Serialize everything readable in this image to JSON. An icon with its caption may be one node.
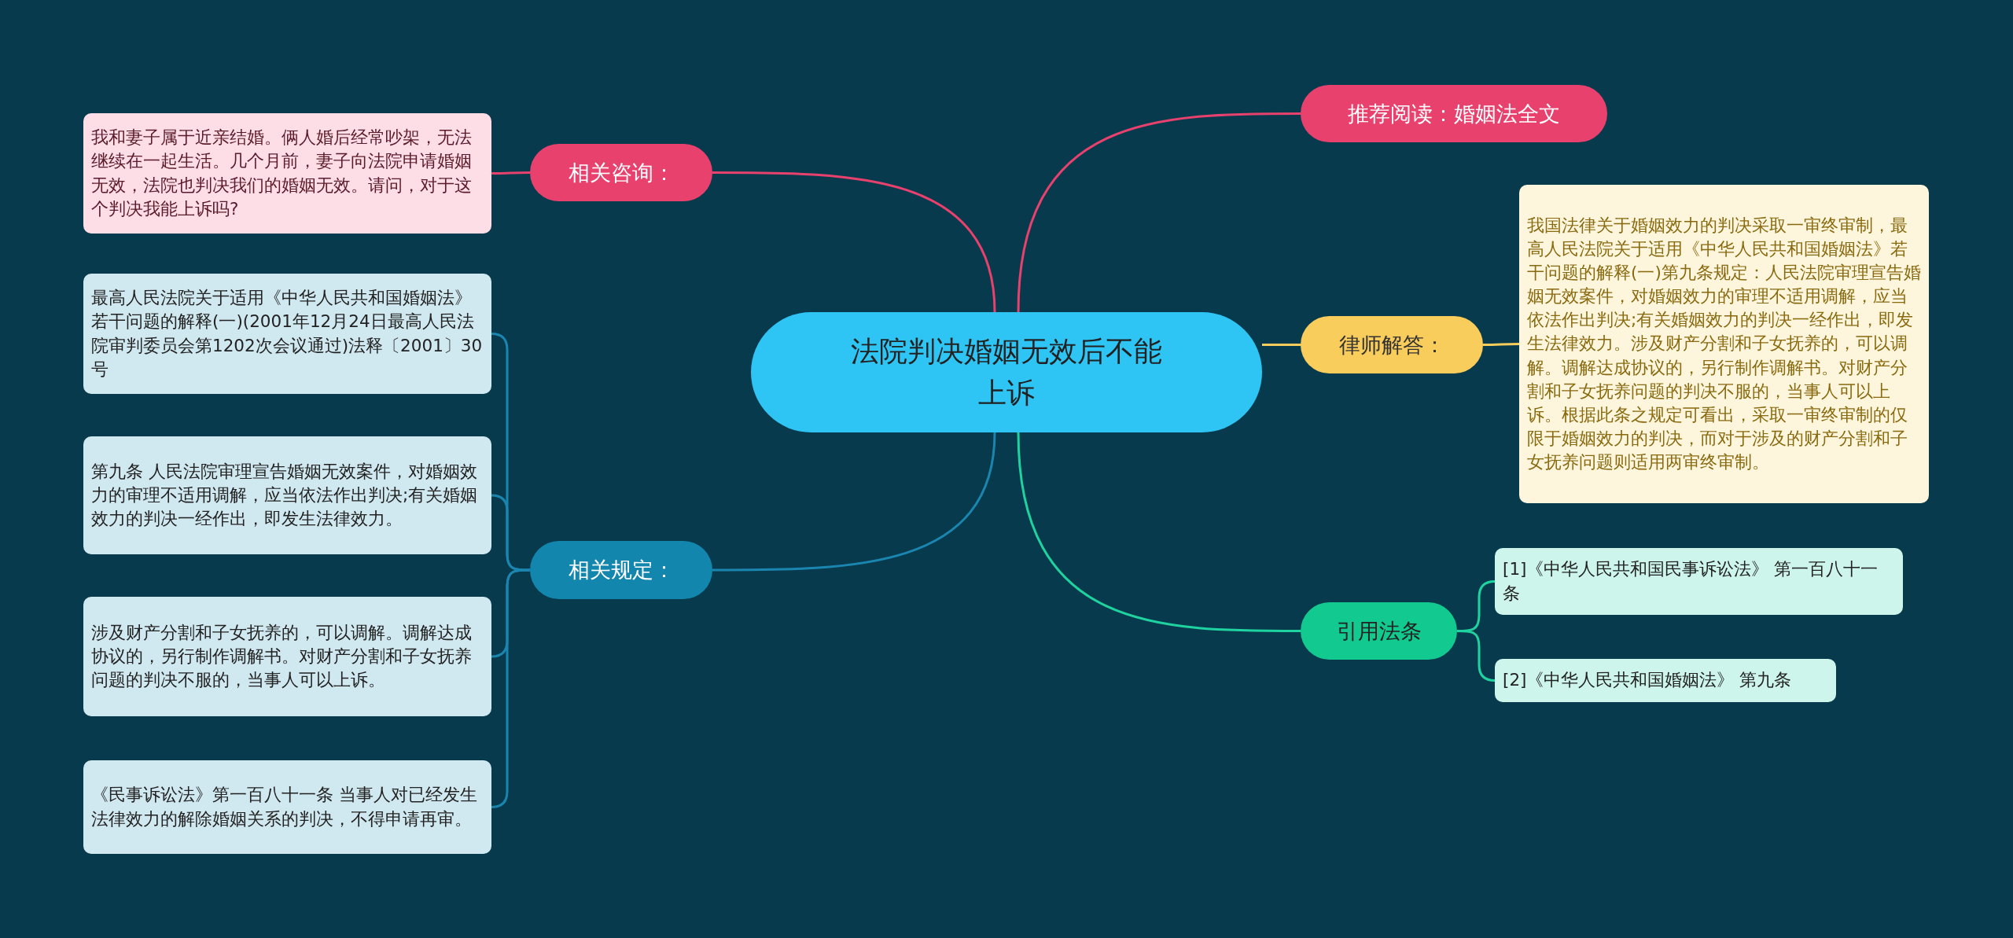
{
  "diagram": {
    "nodes": [
      {
        "text": [
          "法院判决婚姻无效后不能上诉"
        ]
      },
      {
        "text": [
          "相关咨询："
        ]
      },
      {
        "text": [
          "我和妻子属于近亲结婚。俩人婚后经常吵架，无法继续在一起生活。几个月前，妻子向法院申请婚姻无效，法院也判决我们的婚姻无效。请问，对于这个判决我能上诉吗?"
        ]
      },
      {
        "text": [
          "相关规定："
        ]
      },
      {
        "text": [
          "最高人民法院关于适用《中华人民共和国婚姻法》若干问题的解释(一)(2001年12月24日最高人民法院审判委员会第1202次会议通过)法释〔2001〕30号"
        ]
      },
      {
        "text": [
          "第九条 人民法院审理宣告婚姻无效案件，对婚姻效力的审理不适用调解，应当依法作出判决;有关婚姻效力的判决一经作出，即发生法律效力。"
        ]
      },
      {
        "text": [
          "涉及财产分割和子女抚养的，可以调解。调解达成协议的，另行制作调解书。对财产分割和子女抚养问题的判决不服的，当事人可以上诉。"
        ]
      },
      {
        "text": [
          "《民事诉讼法》第一百八十一条 当事人对已经发生法律效力的解除婚姻关系的判决，不得申请再审。"
        ]
      },
      {
        "text": [
          "推荐阅读：婚姻法全文"
        ]
      },
      {
        "text": [
          "律师解答："
        ]
      },
      {
        "text": [
          "我国法律关于婚姻效力的判决采取一审终审制，最高人民法院关于适用《中华人民共和国婚姻法》若干问题的解释(一)第九条规定：人民法院审理宣告婚姻无效案件，对婚姻效力的审理不适用调解，应当依法作出判决;有关婚姻效力的判决一经作出，即发生法律效力。涉及财产分割和子女抚养的，可以调解。调解达成协议的，另行制作调解书。对财产分割和子女抚养问题的判决不服的，当事人可以上诉。根据此条之规定可看出，采取一审终审制的仅限于婚姻效力的判决，而对于涉及的财产分割和子女抚养问题则适用两审终审制。"
        ]
      },
      {
        "text": [
          "引用法条"
        ]
      },
      {
        "text": [
          "[1]《中华人民共和国民事诉讼法》 第一百八十一条"
        ]
      },
      {
        "text": [
          "[2]《中华人民共和国婚姻法》 第九条"
        ]
      }
    ],
    "edges": [
      {
        "from": 0,
        "to": 1,
        "arrow": "none",
        "color": "#e8416d"
      },
      {
        "from": 1,
        "to": 2,
        "arrow": "none",
        "color": "#e8416d"
      },
      {
        "from": 0,
        "to": 3,
        "arrow": "none",
        "color": "#1a86b0"
      },
      {
        "from": 3,
        "to": 4,
        "arrow": "none",
        "color": "#1a86b0"
      },
      {
        "from": 3,
        "to": 5,
        "arrow": "none",
        "color": "#1a86b0"
      },
      {
        "from": 3,
        "to": 6,
        "arrow": "none",
        "color": "#1a86b0"
      },
      {
        "from": 3,
        "to": 7,
        "arrow": "none",
        "color": "#1a86b0"
      },
      {
        "from": 0,
        "to": 8,
        "arrow": "none",
        "color": "#e8416d"
      },
      {
        "from": 0,
        "to": 9,
        "arrow": "none",
        "color": "#f9cd5b"
      },
      {
        "from": 9,
        "to": 10,
        "arrow": "none",
        "color": "#f9cd5b"
      },
      {
        "from": 0,
        "to": 11,
        "arrow": "none",
        "color": "#1fd3a0"
      },
      {
        "from": 11,
        "to": 12,
        "arrow": "none",
        "color": "#1fd3a0"
      },
      {
        "from": 11,
        "to": 13,
        "arrow": "none",
        "color": "#1fd3a0"
      }
    ]
  }
}
